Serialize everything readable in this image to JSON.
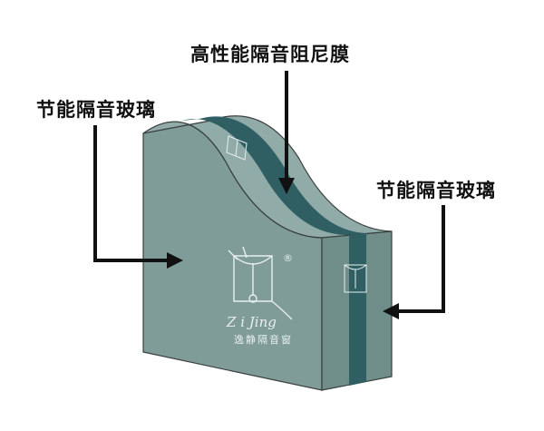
{
  "labels": {
    "top_center": "高性能隔音阻尼膜",
    "left": "节能隔音玻璃",
    "right": "节能隔音玻璃"
  },
  "logo": {
    "script_text": "Z i Jing",
    "caption": "逸静隔音窗",
    "registered_mark": "®"
  },
  "colors": {
    "glass_front": "#7f9c98",
    "glass_top": "#90aba8",
    "glass_side": "#6f8e8a",
    "damping_film": "#2f5f63",
    "edge": "#3a3f3f",
    "arrow": "#111111",
    "logo_line": "#e8efee"
  }
}
